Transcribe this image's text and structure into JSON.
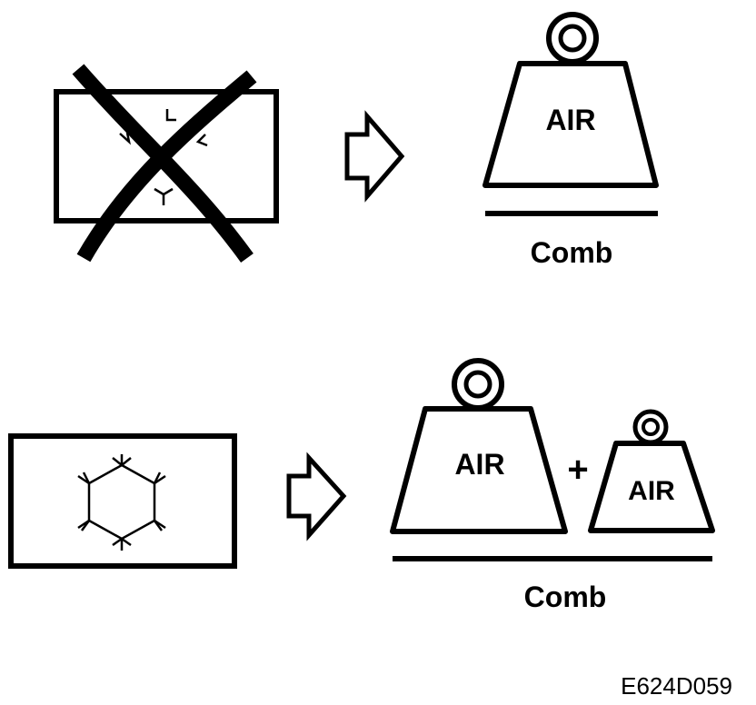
{
  "top_row": {
    "weight_label": "AIR",
    "caption": "Comb"
  },
  "bottom_row": {
    "weight_large_label": "AIR",
    "plus_sign": "+",
    "weight_small_label": "AIR",
    "caption": "Comb"
  },
  "figure_code": "E624D059"
}
